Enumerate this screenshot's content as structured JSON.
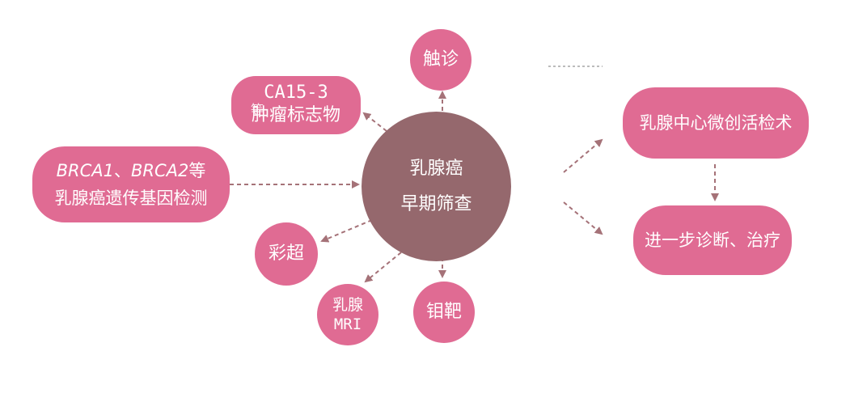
{
  "center": {
    "line1": "乳腺癌",
    "line2": "早期筛查"
  },
  "satellites": {
    "touch": "触诊",
    "tumor_marker": {
      "line1": "CA15-3",
      "line2": "肿瘤标志物",
      "overlap_text": "等"
    },
    "brca": {
      "italic1": "BRCA1",
      "sep": "、",
      "italic2": "BRCA2",
      "suffix": "等",
      "line2": "乳腺癌遗传基因检测"
    },
    "ultrasound": "彩超",
    "mri": {
      "line1": "乳腺",
      "line2": "MRI"
    },
    "mammography": "钼靶"
  },
  "followup": {
    "biopsy": "乳腺中心微创活检术",
    "treatment": "进一步诊断、治疗"
  },
  "colors": {
    "node": "#e06b93",
    "center": "#95686d",
    "arrow": "#a57278",
    "text": "#ffffff"
  }
}
